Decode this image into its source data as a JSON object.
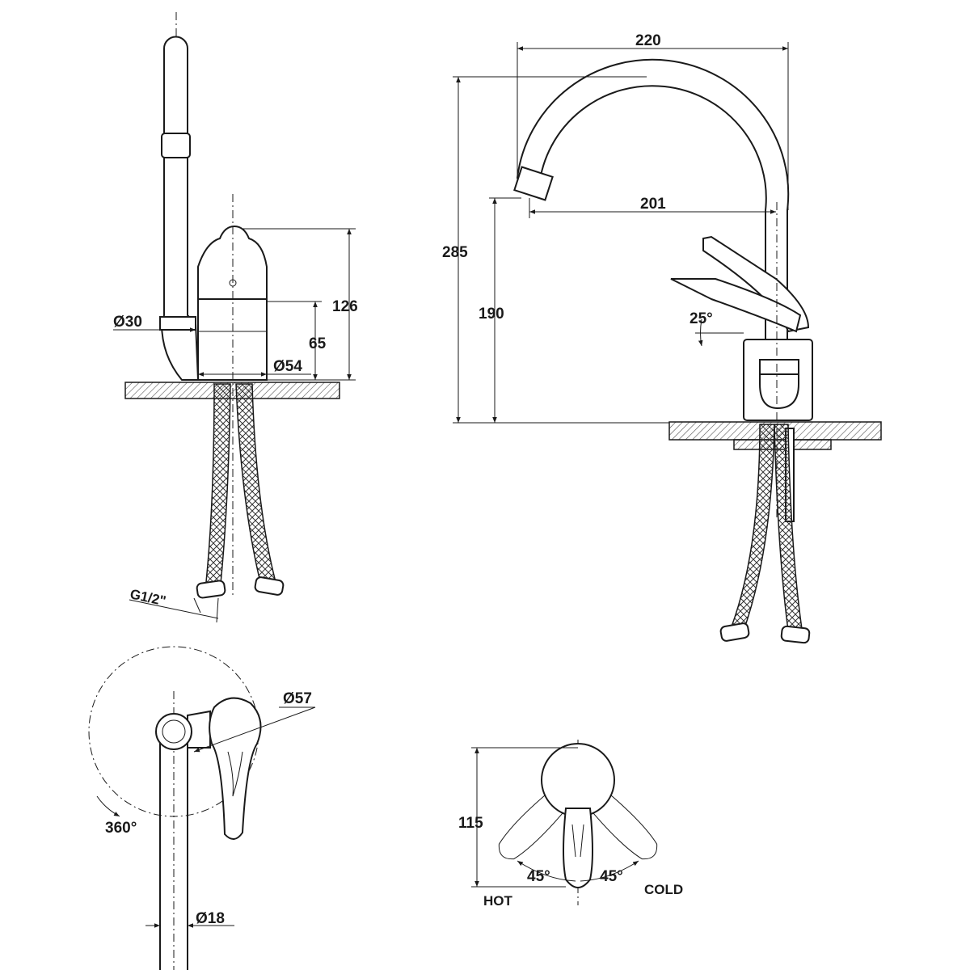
{
  "drawing": {
    "side_view": {
      "height_total": "126",
      "body_height": "65",
      "spout_diameter": "Ø30",
      "body_diameter": "Ø54",
      "hose_thread": "G1/2\""
    },
    "front_view": {
      "spout_reach_outer": "220",
      "spout_reach_inner": "201",
      "total_height": "285",
      "spout_outlet_height": "190",
      "lever_angle": "25°"
    },
    "top_view": {
      "handle_diameter": "Ø57",
      "rotation": "360°",
      "pipe_diameter": "Ø18"
    },
    "lever_view": {
      "lever_length": "115",
      "hot_angle": "45°",
      "cold_angle": "45°",
      "hot_label": "HOT",
      "cold_label": "COLD"
    }
  }
}
